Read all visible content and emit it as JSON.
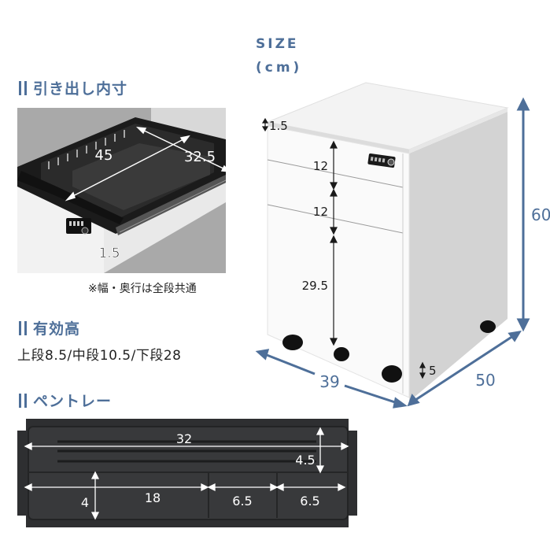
{
  "size_header": {
    "line1": "SIZE",
    "line2": "(cm)"
  },
  "drawer_inner": {
    "title": "引き出し内寸",
    "width": "45",
    "depth": "32.5",
    "wall": "1.5",
    "note": "※幅・奥行は全段共通"
  },
  "effective_height": {
    "title": "有効高",
    "text": "上段8.5/中段10.5/下段28"
  },
  "pen_tray": {
    "title": "ペントレー",
    "total_width": "32",
    "top_depth": "4.5",
    "bottom_depth": "4",
    "comp1_width": "18",
    "comp2_width": "6.5",
    "comp3_width": "6.5"
  },
  "cabinet": {
    "top_thickness": "1.5",
    "drawer1_height": "12",
    "drawer2_height": "12",
    "drawer3_height": "29.5",
    "total_height": "60",
    "width": "39",
    "depth": "50",
    "caster_height": "5"
  },
  "colors": {
    "accent": "#4e6f99",
    "text": "#222222",
    "tray": "#2e2f31"
  }
}
